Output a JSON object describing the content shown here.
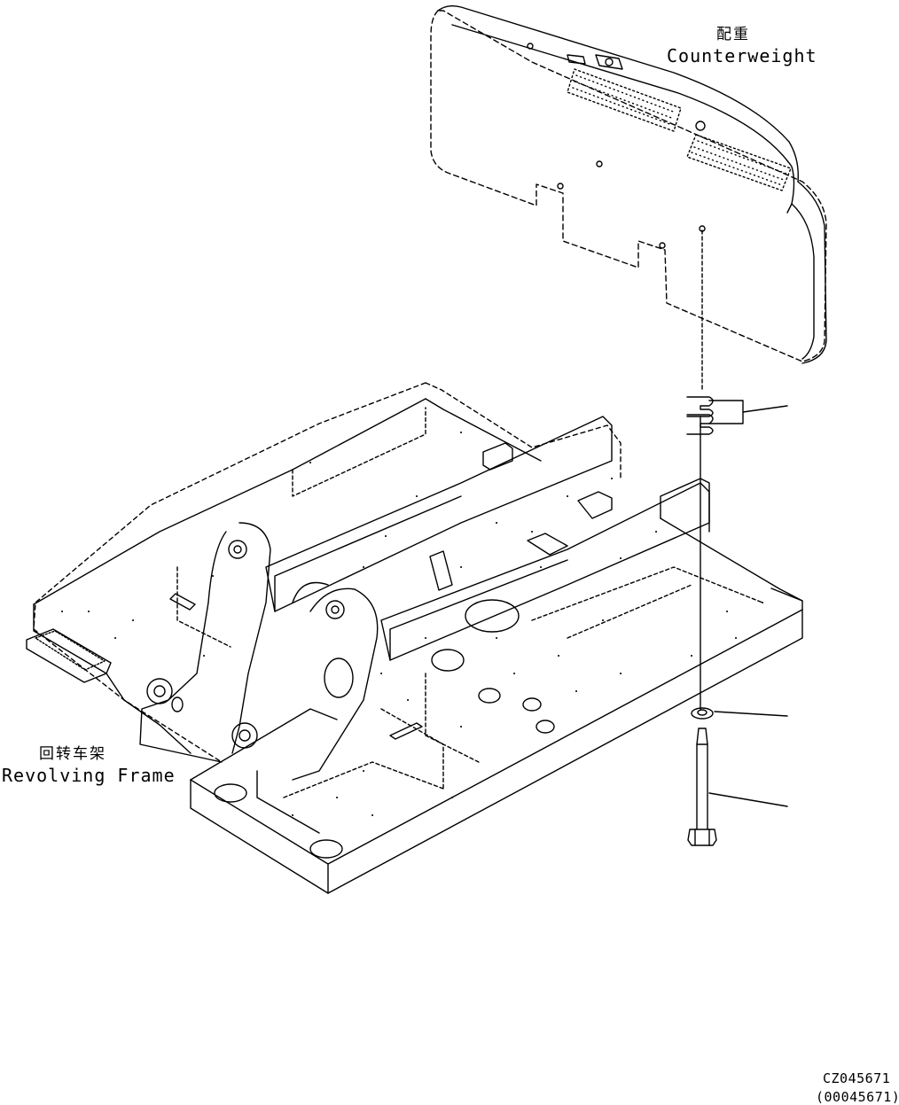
{
  "labels": {
    "counterweight_cn": "配重",
    "counterweight_en": "Counterweight",
    "frame_cn": "回转车架",
    "frame_en": "Revolving Frame"
  },
  "codes": {
    "figure_code": "CZ045671",
    "figure_code_alt": "(00045671)"
  },
  "colors": {
    "line": "#000000",
    "background": "#ffffff"
  }
}
